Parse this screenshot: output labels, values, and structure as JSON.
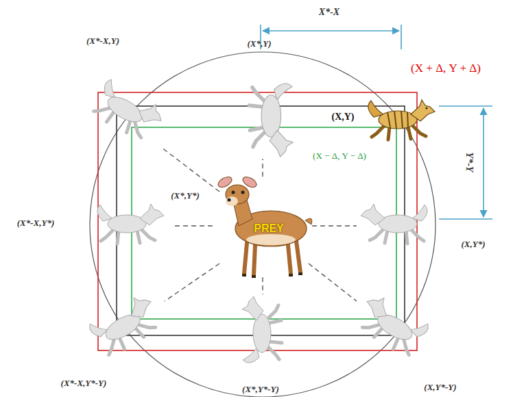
{
  "diagram": {
    "labels": [
      "X*-X",
      "(X + Δ, Y + Δ)",
      "(X,Y)",
      "(X − Δ, Y − Δ)",
      "Y*-Y",
      "(X*-X,Y)",
      "(X*,Y)",
      "(X*,Y*)",
      "(X*-X,Y*)",
      "(X,Y*)",
      "PREY",
      "(X*-X,Y*-Y)",
      "(X*,Y*-Y)",
      "(X,Y*-Y)"
    ]
  }
}
